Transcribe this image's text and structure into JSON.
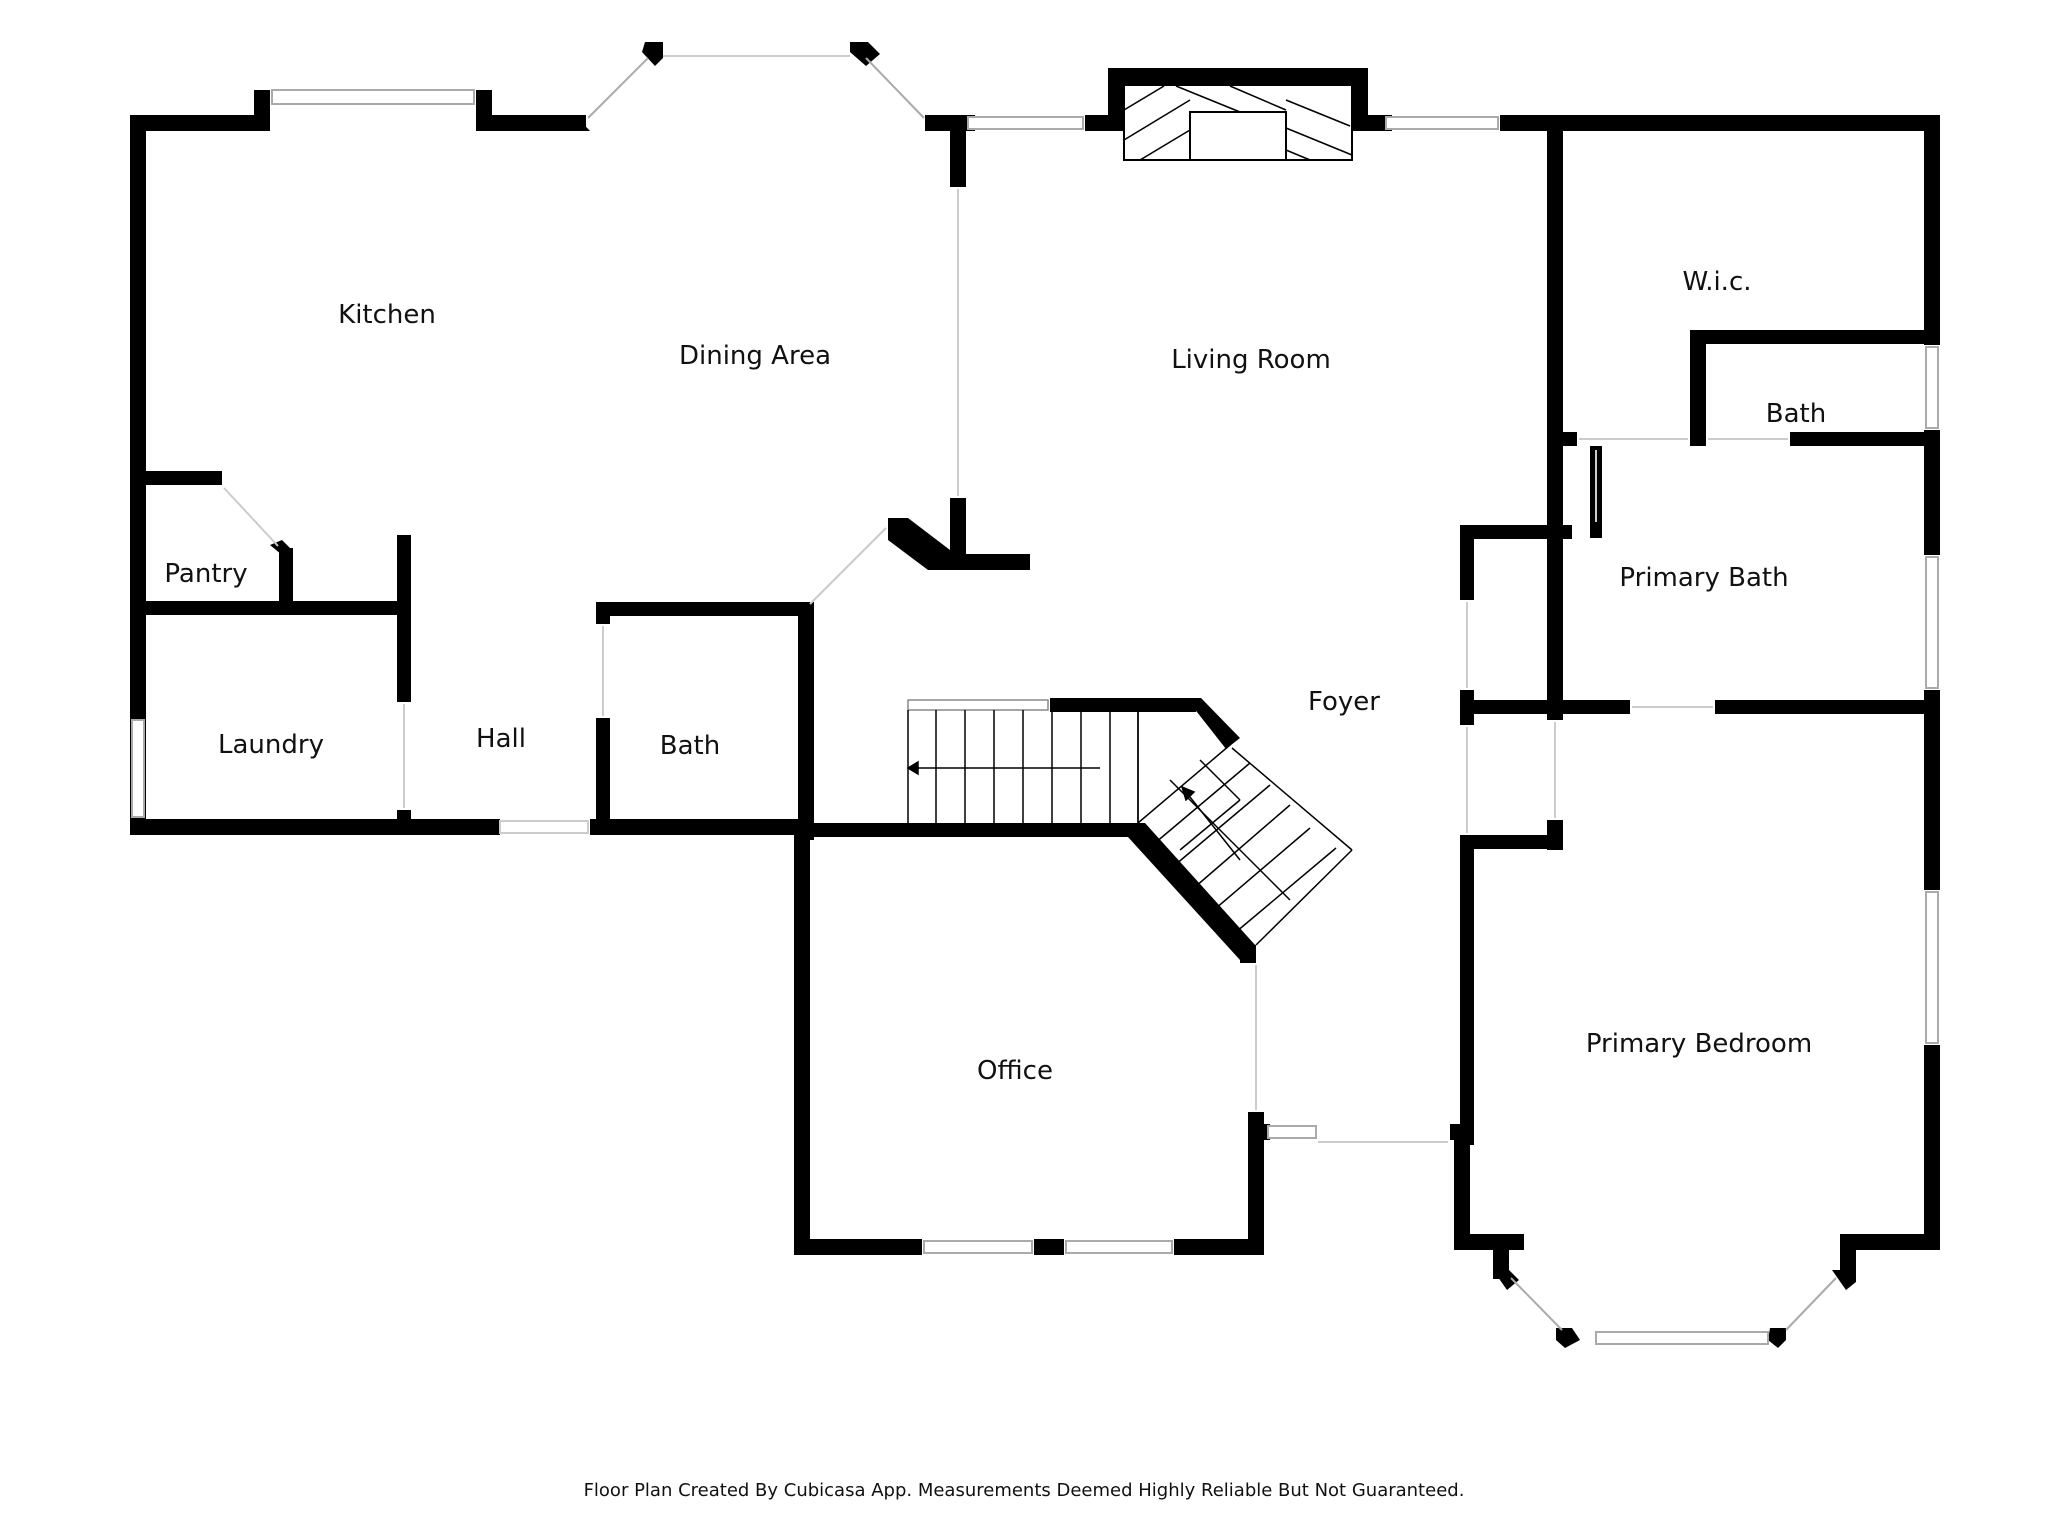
{
  "colors": {
    "wall": "#000000",
    "background": "#ffffff",
    "window_line": "#aaaaaa",
    "opening_line": "#cccccc"
  },
  "rooms": {
    "kitchen": "Kitchen",
    "dining_area": "Dining Area",
    "living_room": "Living Room",
    "wic": "W.i.c.",
    "bath_master_closet": "Bath",
    "primary_bath": "Primary Bath",
    "foyer": "Foyer",
    "pantry": "Pantry",
    "laundry": "Laundry",
    "hall": "Hall",
    "bath_hall": "Bath",
    "office": "Office",
    "primary_bedroom": "Primary Bedroom"
  },
  "footer": {
    "text": "Floor Plan Created By Cubicasa App. Measurements Deemed Highly Reliable But Not Guaranteed."
  }
}
